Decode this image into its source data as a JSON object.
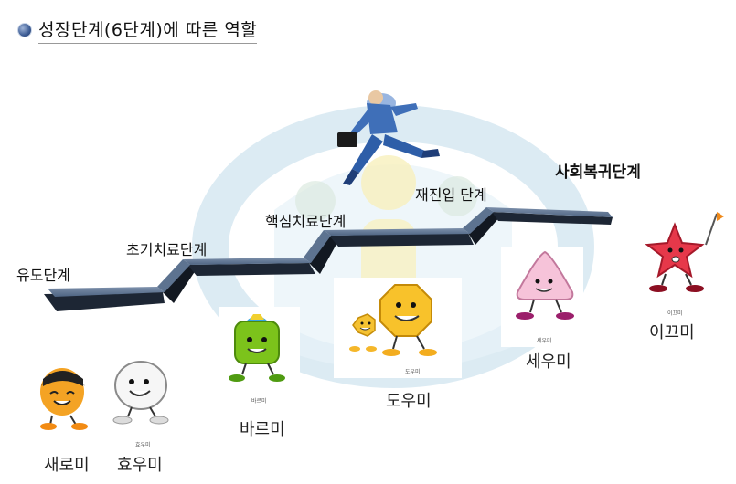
{
  "title": "성장단계(6단계)에 따른 역할",
  "stages": [
    {
      "label": "유도단계"
    },
    {
      "label": "초기치료단계"
    },
    {
      "label": "핵심치료단계"
    },
    {
      "label": "재진입 단계"
    },
    {
      "label": "사회복귀단계"
    }
  ],
  "characters": [
    {
      "name": "새로미",
      "tag": ""
    },
    {
      "name": "효우미",
      "tag": "효우미"
    },
    {
      "name": "바르미",
      "tag": "바르미"
    },
    {
      "name": "도우미",
      "tag": "도우미"
    },
    {
      "name": "세우미",
      "tag": "세우미"
    },
    {
      "name": "이끄미",
      "tag": "이끄미"
    }
  ],
  "colors": {
    "stair_top": "#5d7390",
    "stair_side": "#1d2634",
    "background_logo": "#cfe3ee",
    "background_logo_accent": "#fbf3c4"
  },
  "icons": [
    "bullet-icon",
    "businessman-icon",
    "briefcase-icon",
    "flag-icon"
  ]
}
